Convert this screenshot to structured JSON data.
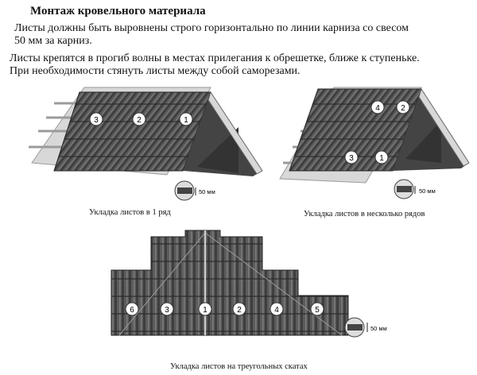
{
  "title": "Монтаж кровельного материала",
  "paragraphs": [
    "Листы должны быть выровнены строго горизонтально по линии карниза со свесом",
    "50 мм за карниз.",
    "Листы крепятся в прогиб волны в местах прилегания к обрешетке,   ближе к ступеньке.",
    "При необходимости стянуть листы между собой саморезами."
  ],
  "figures": [
    {
      "caption": "Укладка листов в 1 ряд",
      "overhang_label": "50 мм",
      "sheet_numbers": [
        "3",
        "2",
        "1"
      ]
    },
    {
      "caption": "Укладка листов в несколько рядов",
      "overhang_label": "50 мм",
      "sheet_numbers": [
        "4",
        "2",
        "3",
        "1"
      ]
    },
    {
      "caption": "Укладка листов на треугольных скатах",
      "overhang_label": "50 мм",
      "sheet_numbers": [
        "6",
        "3",
        "1",
        "2",
        "4",
        "5"
      ]
    }
  ]
}
